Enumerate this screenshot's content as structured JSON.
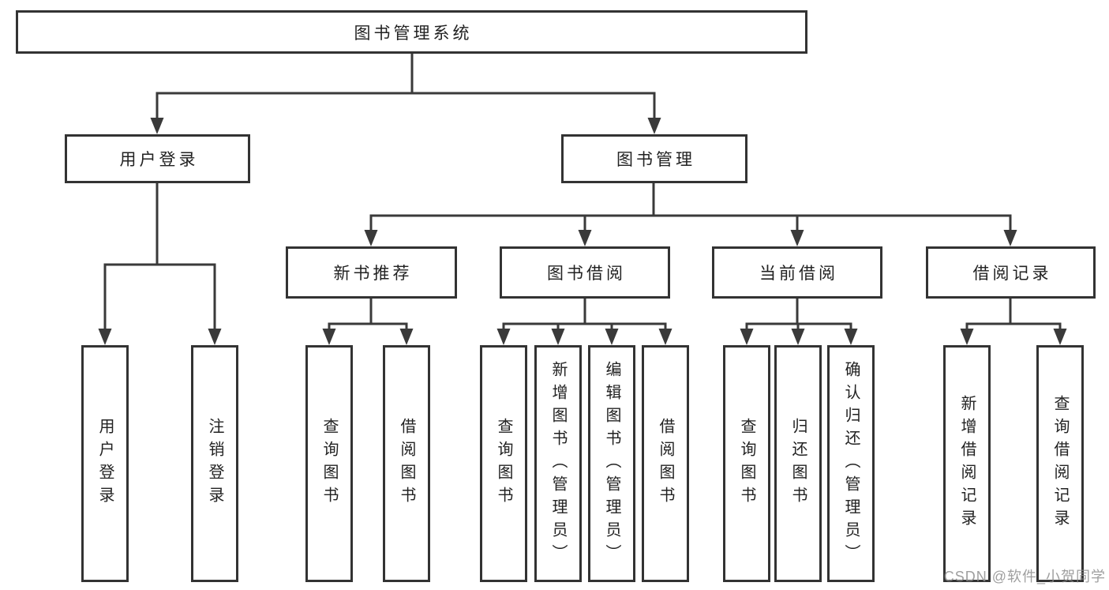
{
  "tree": {
    "root": "图书管理系统",
    "branches": [
      {
        "label": "用户登录",
        "children": [
          "用户登录",
          "注销登录"
        ]
      },
      {
        "label": "图书管理",
        "children": [
          {
            "label": "新书推荐",
            "children": [
              "查询图书",
              "借阅图书"
            ]
          },
          {
            "label": "图书借阅",
            "children": [
              "查询图书",
              "新增图书（管理员）",
              "编辑图书（管理员）",
              "借阅图书"
            ]
          },
          {
            "label": "当前借阅",
            "children": [
              "查询图书",
              "归还图书",
              "确认归还（管理员）"
            ]
          },
          {
            "label": "借阅记录",
            "children": [
              "新增借阅记录",
              "查询借阅记录"
            ]
          }
        ]
      }
    ]
  },
  "watermark": {
    "text": "CSDN @软件_小贺同学"
  },
  "colors": {
    "line": "#3a3a3a",
    "box_border": "#333333",
    "text": "#222222",
    "watermark": "#8a8a8a",
    "background": "#ffffff"
  }
}
